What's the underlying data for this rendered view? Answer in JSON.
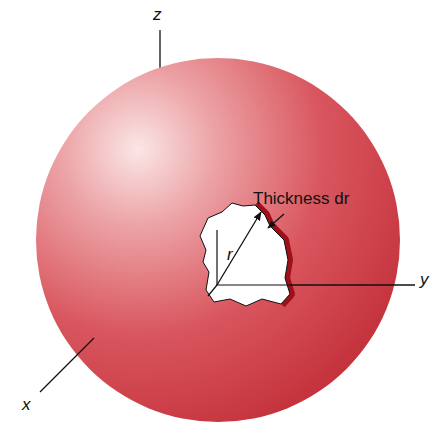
{
  "diagram": {
    "labels": [
      "z",
      "Thickness dr",
      "r",
      "y",
      "x"
    ]
  }
}
